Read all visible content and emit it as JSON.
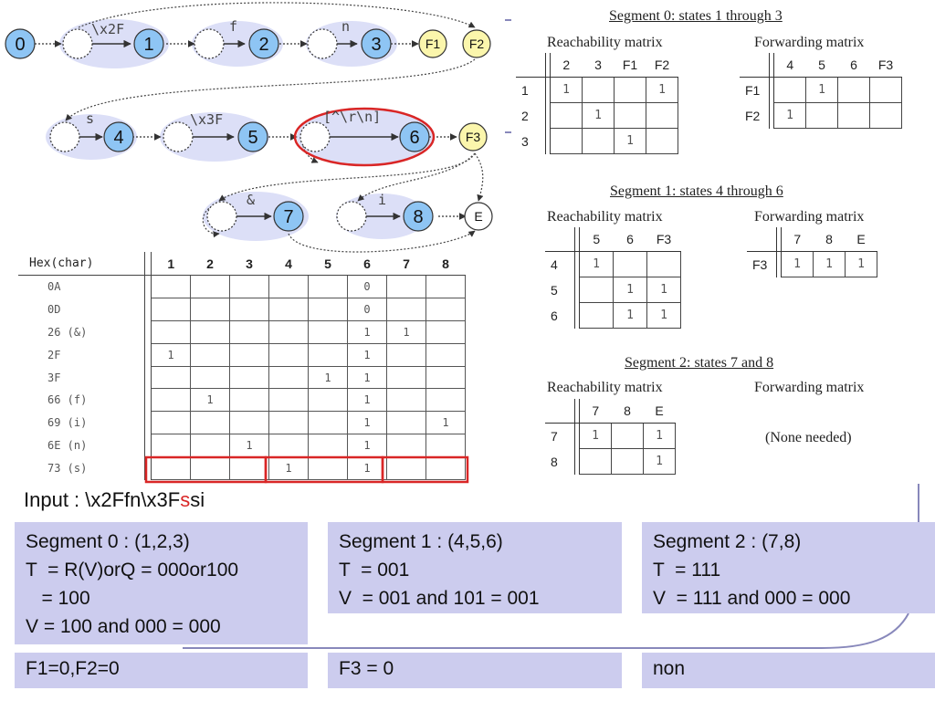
{
  "diagram": {
    "nodes": [
      {
        "id": "n0",
        "label": "0",
        "type": "blue"
      },
      {
        "id": "c1",
        "label": "",
        "type": "hollow"
      },
      {
        "id": "n1",
        "label": "1",
        "type": "blue"
      },
      {
        "id": "c2",
        "label": "",
        "type": "hollow"
      },
      {
        "id": "n2",
        "label": "2",
        "type": "blue"
      },
      {
        "id": "c3",
        "label": "",
        "type": "hollow"
      },
      {
        "id": "n3",
        "label": "3",
        "type": "blue"
      },
      {
        "id": "f1",
        "label": "F1",
        "type": "yellow"
      },
      {
        "id": "f2",
        "label": "F2",
        "type": "yellow"
      },
      {
        "id": "c4",
        "label": "",
        "type": "hollow"
      },
      {
        "id": "n4",
        "label": "4",
        "type": "blue"
      },
      {
        "id": "c5",
        "label": "",
        "type": "hollow"
      },
      {
        "id": "n5",
        "label": "5",
        "type": "blue"
      },
      {
        "id": "c6",
        "label": "",
        "type": "hollow"
      },
      {
        "id": "n6",
        "label": "6",
        "type": "blue"
      },
      {
        "id": "f3",
        "label": "F3",
        "type": "yellow"
      },
      {
        "id": "c7",
        "label": "",
        "type": "hollow"
      },
      {
        "id": "n7",
        "label": "7",
        "type": "blue"
      },
      {
        "id": "c8",
        "label": "",
        "type": "hollow"
      },
      {
        "id": "n8",
        "label": "8",
        "type": "blue"
      },
      {
        "id": "e",
        "label": "E",
        "type": "white"
      }
    ],
    "edge_labels": {
      "e1": "\\x2F",
      "e2": "f",
      "e3": "n",
      "e4": "s",
      "e5": "\\x3F",
      "e6": "[^\\r\\n]",
      "e7": "&",
      "e8": "i"
    }
  },
  "hex_table": {
    "header": "Hex(char)",
    "columns": [
      "1",
      "2",
      "3",
      "4",
      "5",
      "6",
      "7",
      "8"
    ],
    "rows": [
      {
        "label": "0A",
        "cells": [
          "",
          "",
          "",
          "",
          "",
          "0",
          "",
          ""
        ]
      },
      {
        "label": "0D",
        "cells": [
          "",
          "",
          "",
          "",
          "",
          "0",
          "",
          ""
        ]
      },
      {
        "label": "26 (&)",
        "cells": [
          "",
          "",
          "",
          "",
          "",
          "1",
          "1",
          ""
        ]
      },
      {
        "label": "2F",
        "cells": [
          "1",
          "",
          "",
          "",
          "",
          "1",
          "",
          ""
        ]
      },
      {
        "label": "3F",
        "cells": [
          "",
          "",
          "",
          "",
          "1",
          "1",
          "",
          ""
        ]
      },
      {
        "label": "66 (f)",
        "cells": [
          "",
          "1",
          "",
          "",
          "",
          "1",
          "",
          ""
        ]
      },
      {
        "label": "69 (i)",
        "cells": [
          "",
          "",
          "",
          "",
          "",
          "1",
          "",
          "1"
        ]
      },
      {
        "label": "6E (n)",
        "cells": [
          "",
          "",
          "1",
          "",
          "",
          "1",
          "",
          ""
        ]
      },
      {
        "label": "73 (s)",
        "cells": [
          "",
          "",
          "",
          "1",
          "",
          "1",
          "",
          ""
        ]
      }
    ]
  },
  "segments": [
    {
      "title": "Segment 0: states 1 through 3",
      "reach_title": "Reachability matrix",
      "reach_cols": [
        "2",
        "3",
        "F1",
        "F2"
      ],
      "reach_rows": [
        {
          "label": "1",
          "cells": [
            "1",
            "",
            "",
            "1"
          ]
        },
        {
          "label": "2",
          "cells": [
            "",
            "1",
            "",
            ""
          ]
        },
        {
          "label": "3",
          "cells": [
            "",
            "",
            "1",
            ""
          ]
        }
      ],
      "fwd_title": "Forwarding matrix",
      "fwd_cols": [
        "4",
        "5",
        "6",
        "F3"
      ],
      "fwd_rows": [
        {
          "label": "F1",
          "cells": [
            "",
            "1",
            "",
            ""
          ]
        },
        {
          "label": "F2",
          "cells": [
            "1",
            "",
            "",
            ""
          ]
        }
      ]
    },
    {
      "title": "Segment 1: states 4 through 6",
      "reach_title": "Reachability matrix",
      "reach_cols": [
        "5",
        "6",
        "F3"
      ],
      "reach_rows": [
        {
          "label": "4",
          "cells": [
            "1",
            "",
            ""
          ]
        },
        {
          "label": "5",
          "cells": [
            "",
            "1",
            "1"
          ]
        },
        {
          "label": "6",
          "cells": [
            "",
            "1",
            "1"
          ]
        }
      ],
      "fwd_title": "Forwarding matrix",
      "fwd_cols": [
        "7",
        "8",
        "E"
      ],
      "fwd_rows": [
        {
          "label": "F3",
          "cells": [
            "1",
            "1",
            "1"
          ]
        }
      ]
    },
    {
      "title": "Segment 2: states 7 and 8",
      "reach_title": "Reachability matrix",
      "reach_cols": [
        "7",
        "8",
        "E"
      ],
      "reach_rows": [
        {
          "label": "7",
          "cells": [
            "1",
            "",
            "1"
          ]
        },
        {
          "label": "8",
          "cells": [
            "",
            "",
            "1"
          ]
        }
      ],
      "fwd_title": "Forwarding matrix",
      "fwd_note": "(None needed)"
    }
  ],
  "input": {
    "prefix": "Input : \\x2Ffn\\x3F",
    "highlight": "s",
    "suffix": "si"
  },
  "summary_boxes": [
    {
      "text": "Segment 0 : (1,2,3)\nT  = R(V)orQ = 000or100\n   = 100\nV = 100 and 000 = 000"
    },
    {
      "text": "Segment 1 : (4,5,6)\nT  = 001\nV  = 001 and 101 = 001"
    },
    {
      "text": "Segment 2 : (7,8)\nT  = 111\nV  = 111 and 000 = 000"
    }
  ],
  "results": [
    "F1=0,F2=0",
    "F3 = 0",
    "non"
  ],
  "colors": {
    "node_blue": "#8ec5f4",
    "node_yellow": "#fbf6ac",
    "bubble": "#dcdff7",
    "box": "#ccccee",
    "highlight_red": "#d92626"
  }
}
